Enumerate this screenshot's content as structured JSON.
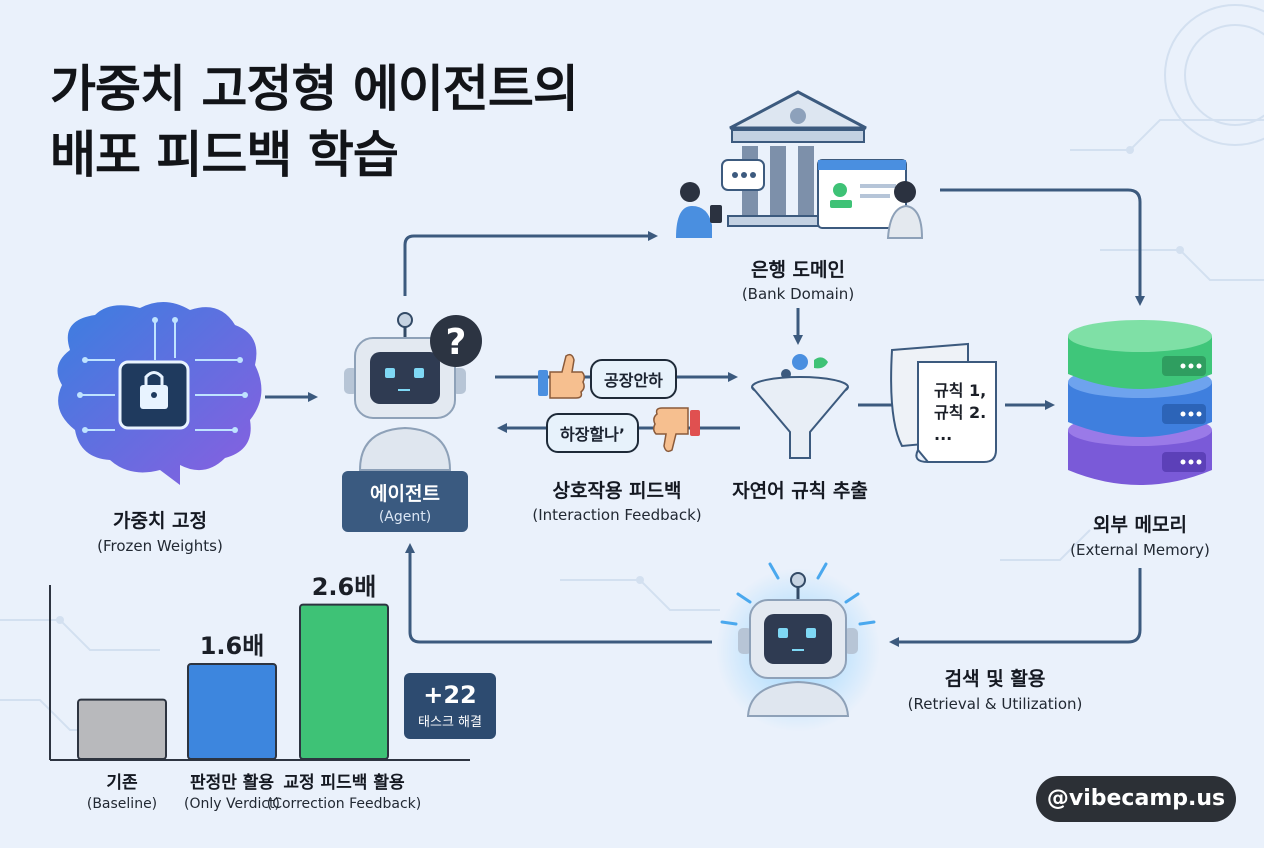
{
  "title": {
    "line1": "가중치 고정형 에이전트의",
    "line2": "배포 피드백 학습"
  },
  "nodes": {
    "frozen": {
      "ko": "가중치 고정",
      "en": "(Frozen Weights)"
    },
    "agent": {
      "ko": "에이전트",
      "en": "(Agent)"
    },
    "bank": {
      "ko": "은행 도메인",
      "en": "(Bank Domain)"
    },
    "interaction": {
      "ko": "상호작용 피드백",
      "en": "(Interaction Feedback)"
    },
    "extract": {
      "ko": "자연어 규칙 추출"
    },
    "memory": {
      "ko": "외부 메모리",
      "en": "(External Memory)"
    },
    "retrieval": {
      "ko": "검색 및 활용",
      "en": "(Retrieval & Utilization)"
    }
  },
  "bubbles": {
    "positive": "공장안하",
    "negative": "하장할나’"
  },
  "rules": {
    "line1": "규칙 1,",
    "line2": "규칙 2.",
    "line3": "..."
  },
  "chart_data": {
    "type": "bar",
    "categories": [
      "기존",
      "판정만 활용",
      "교정 피드백 활용"
    ],
    "category_en": [
      "(Baseline)",
      "(Only Verdict)",
      "(Correction Feedback)"
    ],
    "values": [
      1.0,
      1.6,
      2.6
    ],
    "value_labels": [
      "",
      "1.6배",
      "2.6배"
    ],
    "colors": [
      "#b8b9bc",
      "#3d86de",
      "#3ec276"
    ],
    "ylim": [
      0,
      3.2
    ]
  },
  "callout": {
    "value": "+22",
    "label": "태스크 해결"
  },
  "footer": {
    "handle": "@vibecamp.us"
  },
  "colors": {
    "arrow": "#3c5a7e",
    "memory_top": "#3fc67a",
    "memory_mid": "#3f7fde",
    "memory_bottom": "#7a5ad8"
  }
}
